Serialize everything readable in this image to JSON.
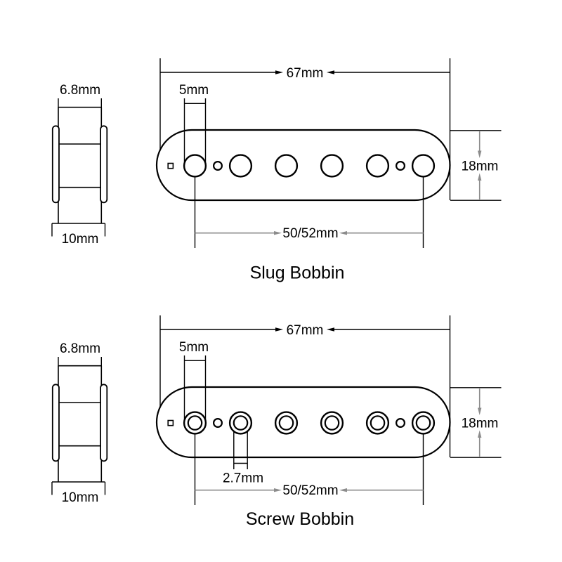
{
  "colors": {
    "background": "#ffffff",
    "line": "#000000",
    "dim_line": "#8c8c8c",
    "text": "#000000"
  },
  "bobbins": [
    {
      "label": "Slug Bobbin",
      "top_view": {
        "length": "67mm",
        "pole_hole_diameter": "5mm",
        "width": "18mm",
        "pole_spacing": "50/52mm",
        "pole_count": 6
      },
      "side_view": {
        "core_width": "6.8mm",
        "overall_width": "10mm"
      }
    },
    {
      "label": "Screw Bobbin",
      "top_view": {
        "length": "67mm",
        "pole_hole_diameter": "5mm",
        "width": "18mm",
        "pole_spacing": "50/52mm",
        "screw_hole_diameter": "2.7mm",
        "pole_count": 6
      },
      "side_view": {
        "core_width": "6.8mm",
        "overall_width": "10mm"
      }
    }
  ]
}
